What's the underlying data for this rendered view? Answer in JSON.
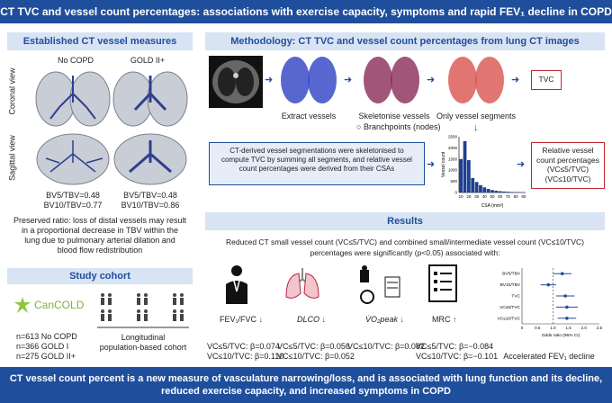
{
  "header": {
    "title": "CT TVC and vessel count percentages: associations with exercise capacity, symptoms and rapid FEV₁ decline in COPD"
  },
  "left_panel": {
    "title": "Established CT vessel measures",
    "col1": "No COPD",
    "col2": "GOLD II+",
    "row1": "Coronal view",
    "row2": "Sagittal view",
    "nocopd_bv5": "BV5/TBV=0.48",
    "nocopd_bv10": "BV10/TBV=0.77",
    "gold_bv5": "BV5/TBV=0.48",
    "gold_bv10": "BV10/TBV=0.86",
    "note": [
      "Preserved ratio: loss of distal vessels may result",
      "in a proportional decrease in TBV within the",
      "lung due to pulmonary arterial dilation and",
      "blood flow redistribution"
    ]
  },
  "study_panel": {
    "title": "Study cohort",
    "logo": "CanCOLD",
    "stats": [
      "n=613 No COPD",
      "n=366 GOLD I",
      "n=275 GOLD II+"
    ],
    "desc": [
      "Longitudinal",
      "population-based cohort"
    ]
  },
  "methods": {
    "title": "Methodology: CT TVC and vessel count percentages from lung CT images",
    "step1": "Extract vessels",
    "step2": "Skeletonise vessels",
    "step2b": "Branchpoints (nodes)",
    "step3": "Only vessel segments",
    "tvc": "TVC",
    "description": [
      "CT-derived vessel segmentations were skeletonised to",
      "compute TVC by summing all segments, and relative vessel",
      "count percentages were derived from their CSAs"
    ],
    "relative": [
      "Relative vessel",
      "count percentages",
      "(VC≤5/TVC)",
      "(VC≤10/TVC)"
    ],
    "hist_ylabel": "Vessel count",
    "hist_xlabel": "CSA (mm²)"
  },
  "chart_data": [
    {
      "type": "bar",
      "title": "",
      "xlabel": "CSA (mm²)",
      "ylabel": "Vessel count",
      "categories": [
        "10",
        "15",
        "20",
        "25",
        "30",
        "35",
        "40",
        "45",
        "50",
        "55",
        "60",
        "65",
        "70",
        "75",
        "80",
        "85",
        "90"
      ],
      "x_ticks": [
        "10",
        "20",
        "30",
        "40",
        "50",
        "60",
        "70",
        "80",
        "90"
      ],
      "values": [
        1500,
        2300,
        1450,
        650,
        470,
        330,
        230,
        160,
        110,
        80,
        60,
        45,
        35,
        25,
        20,
        15,
        10
      ],
      "y_ticks": [
        "0",
        "500",
        "1000",
        "1500",
        "2000",
        "2500"
      ],
      "ylim": [
        0,
        2500
      ]
    },
    {
      "type": "scatter",
      "title": "",
      "xlabel": "Odds ratio (95% CI)",
      "ylabel": "",
      "categories": [
        "BV5/TBV",
        "BV10/TBV",
        "TVC",
        "VC≤5/TVC",
        "VC≤10/TVC"
      ],
      "values": [
        1.3,
        0.85,
        1.4,
        1.45,
        1.45
      ],
      "ci_low": [
        1.0,
        0.6,
        1.1,
        1.1,
        1.15
      ],
      "ci_high": [
        1.6,
        1.1,
        1.7,
        1.8,
        1.75
      ],
      "x_ticks": [
        "0",
        "0.5",
        "1.0",
        "1.5",
        "2.0",
        "2.5"
      ],
      "xlim": [
        0,
        2.5
      ],
      "reference_line": 1.0
    }
  ],
  "results": {
    "title": "Results",
    "summary1": "Reduced CT small vessel count (VC≤5/TVC) and combined small/intermediate vessel count (VC≤10/TVC)",
    "summary2": "percentages were significantly (p<0.05) associated with:",
    "out1": "FEV₁/FVC",
    "out1_a": "VC≤5/TVC: β=0.074",
    "out1_b": "VC≤10/TVC: β=0.110",
    "out2": "DLCO",
    "out2_a": "VC≤5/TVC: β=0.056",
    "out2_b": "VC≤10/TVC: β=0.052",
    "out3": "V̇O₂peak",
    "out3_a": "VC≤10/TVC: β=0.082",
    "out4": "MRC",
    "out4_a": "VC≤5/TVC: β=−0.084",
    "out4_b": "VC≤10/TVC: β=−0.101",
    "forest_label": "Accelerated FEV₁ decline"
  },
  "footer": {
    "line1": "CT vessel count percent is a new measure of vasculature narrowing/loss, and is associated with lung function and its decline,",
    "line2": "reduced exercise capacity, and increased symptoms in COPD"
  },
  "colors": {
    "brand": "#1f4e9c",
    "panel": "#d8e3f3",
    "accent_red": "#c0282e",
    "green": "#8dc63f"
  }
}
